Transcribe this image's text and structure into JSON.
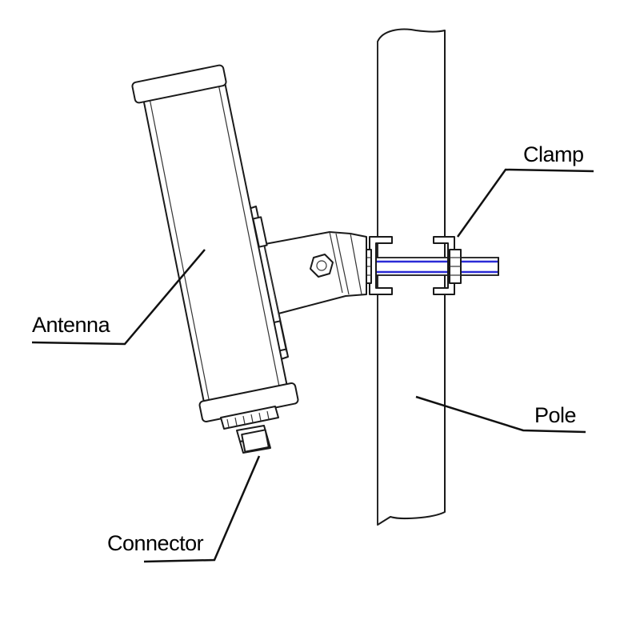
{
  "labels": {
    "antenna": "Antenna",
    "clamp": "Clamp",
    "pole": "Pole",
    "connector": "Connector"
  },
  "colors": {
    "line": "#1a1a1a",
    "rod_accent": "#2b2bd6",
    "background": "#ffffff"
  }
}
